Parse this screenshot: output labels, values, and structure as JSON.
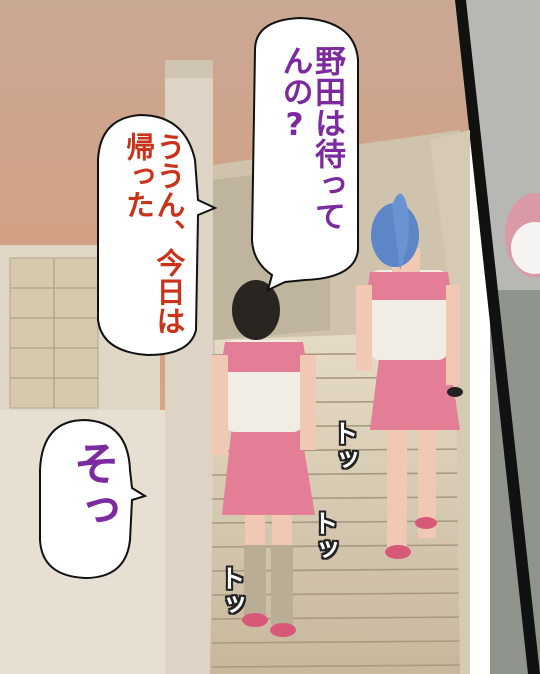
{
  "speech": [
    {
      "id": "bubble-top",
      "text": "野田は待ってんの?",
      "color": "#7b2aa0"
    },
    {
      "id": "bubble-mid",
      "text": "ううん、今日は帰った",
      "color": "#c8331a"
    },
    {
      "id": "bubble-low",
      "text": "そっ",
      "color": "#7b2aa0"
    }
  ],
  "sfx": [
    "トッ",
    "トッ",
    "トッ"
  ],
  "colors": {
    "sky": "#d9a27e",
    "uniform_pink": "#e47e96",
    "uniform_white": "#f1ece4",
    "hair_blue": "#5c86c8",
    "hair_dark": "#2b2522"
  }
}
